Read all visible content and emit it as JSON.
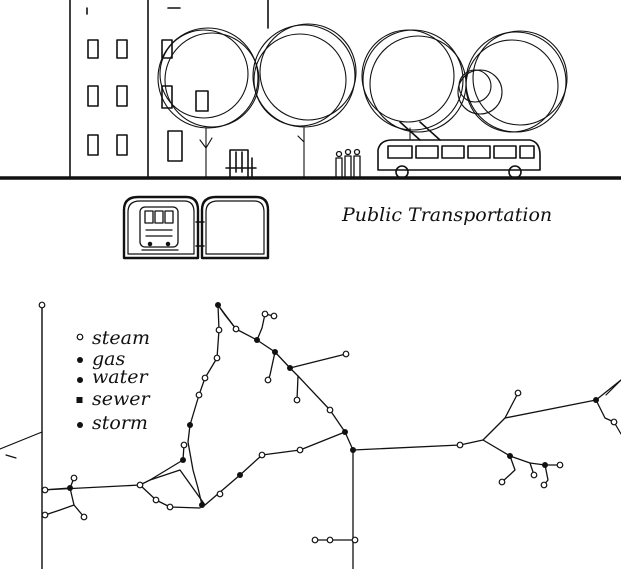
{
  "title": "Public Transportation",
  "legend": [
    {
      "marker": "open-circle",
      "label": "steam"
    },
    {
      "marker": "filled-dot",
      "label": "gas"
    },
    {
      "marker": "filled-dot",
      "label": "water"
    },
    {
      "marker": "filled-square",
      "label": "sewer"
    },
    {
      "marker": "filled-dot",
      "label": "storm"
    }
  ],
  "colors": {
    "ink": "#111111",
    "paper": "#ffffff"
  }
}
